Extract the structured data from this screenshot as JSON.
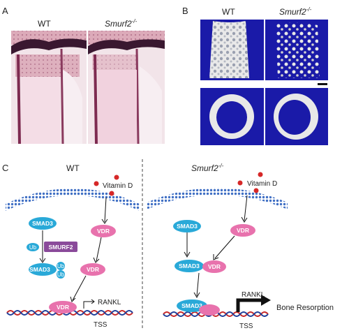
{
  "panels": {
    "a": {
      "label": "A",
      "wt": "WT",
      "ko": "Smurf2",
      "ko_sup": "-/-"
    },
    "b": {
      "label": "B",
      "wt": "WT",
      "ko": "Smurf2",
      "ko_sup": "-/-"
    },
    "c": {
      "label": "C",
      "wt": "WT",
      "ko": "Smurf2",
      "ko_sup": "-/-"
    }
  },
  "diagram": {
    "vitamin_d": "Vitamin D",
    "smad3": "SMAD3",
    "ub": "Ub",
    "smurf2": "SMURF2",
    "vdr": "VDR",
    "rankl": "RANKL",
    "tss": "TSS",
    "bone_resorption": "Bone Resorption"
  },
  "colors": {
    "smad3": "#29a9d8",
    "vdr": "#e872ad",
    "smurf2": "#8a4a9a",
    "membrane": "#3f6fc4",
    "vitamin_d": "#d62828",
    "microct_bg": "#1a1aa8",
    "histo": "#c98a9e"
  }
}
